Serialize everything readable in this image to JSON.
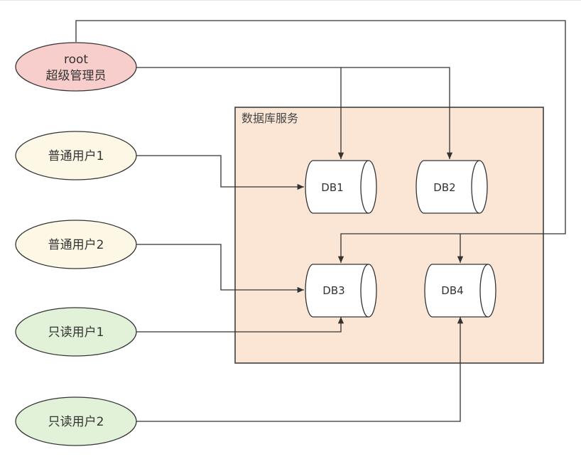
{
  "service": {
    "label": "数据库服务"
  },
  "users": {
    "root": {
      "line1": "root",
      "line2": "超级管理员"
    },
    "user1": {
      "label": "普通用户1"
    },
    "user2": {
      "label": "普通用户2"
    },
    "readonly1": {
      "label": "只读用户1"
    },
    "readonly2": {
      "label": "只读用户2"
    }
  },
  "databases": {
    "db1": {
      "label": "DB1"
    },
    "db2": {
      "label": "DB2"
    },
    "db3": {
      "label": "DB3"
    },
    "db4": {
      "label": "DB4"
    }
  },
  "colors": {
    "root_fill": "#f8cecc",
    "user_fill": "#fdf7e6",
    "readonly_fill": "#e2f2d8",
    "service_fill": "#fbe6d6",
    "stroke": "#333333"
  }
}
